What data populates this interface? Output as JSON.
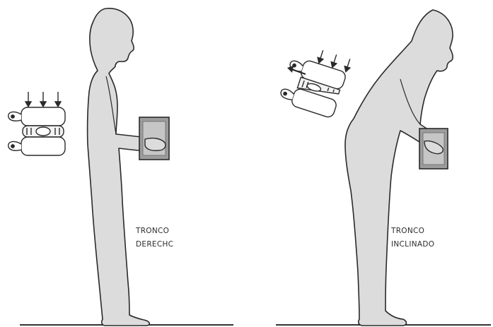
{
  "scenes": [
    {
      "name": "upright",
      "label_line_1": "TRONCO",
      "label_line_2": "DERECHC"
    },
    {
      "name": "inclined",
      "label_line_1": "TRONCO",
      "label_line_2": "INCLINADO"
    }
  ],
  "colors": {
    "figure_fill": "#dcdcdc",
    "figure_stroke": "#2a2a2a",
    "box_fill": "#9c9c9c",
    "box_inner": "#c6c6c6",
    "ground": "#333333"
  }
}
